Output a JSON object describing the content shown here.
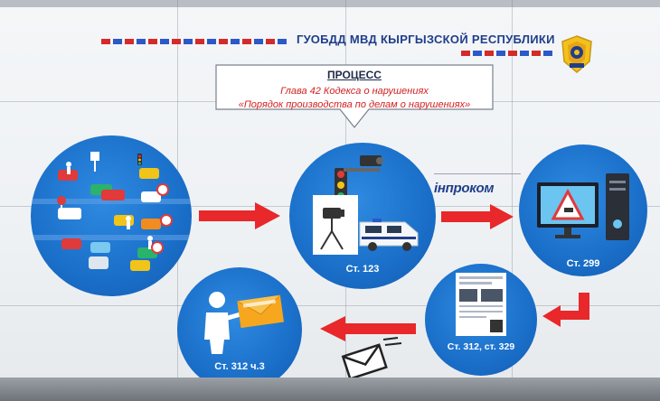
{
  "header": {
    "title": "ГУОБДД МВД КЫРГЫЗСКОЙ РЕСПУБЛИКИ",
    "emblem_icon": "traffic-police-emblem-icon"
  },
  "process": {
    "title": "ПРОЦЕСС",
    "line1": "Глава 42 Кодекса о нарушениях",
    "line2": "«Порядок производства по делам о нарушениях»"
  },
  "logo": {
    "name": "інпроком"
  },
  "steps": [
    {
      "id": "traffic",
      "icon": "traffic-scene-icon",
      "caption": ""
    },
    {
      "id": "camera",
      "icon": "camera-and-patrol-van-icon",
      "caption": "Ст. 123"
    },
    {
      "id": "computer",
      "icon": "computer-monitor-icon",
      "caption": "Ст. 299"
    },
    {
      "id": "document",
      "icon": "violation-document-icon",
      "caption": "Ст. 312, ст. 329"
    },
    {
      "id": "person",
      "icon": "person-with-envelope-icon",
      "caption": "Ст. 312 ч.3"
    }
  ],
  "colors": {
    "circle_blue": "#1a6fc9",
    "arrow_red": "#e8282a",
    "title_blue": "#1f3e8a",
    "text_red": "#d42020"
  }
}
